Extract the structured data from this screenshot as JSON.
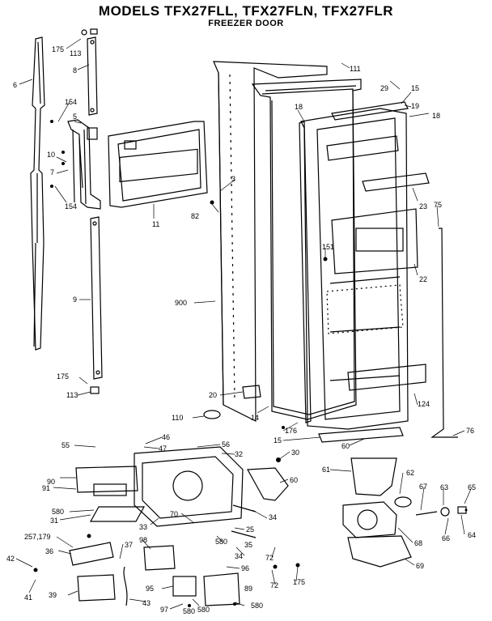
{
  "header": {
    "title": "MODELS TFX27FLL, TFX27FLN, TFX27FLR",
    "subtitle": "FREEZER DOOR"
  },
  "part_labels": [
    "175",
    "113",
    "6",
    "8",
    "154",
    "5",
    "10",
    "7",
    "154",
    "11",
    "3",
    "82",
    "111",
    "29",
    "15",
    "19",
    "18",
    "18",
    "23",
    "75",
    "151",
    "22",
    "900",
    "9",
    "175",
    "113",
    "20",
    "110",
    "14",
    "124",
    "176",
    "15",
    "60",
    "76",
    "55",
    "46",
    "47",
    "56",
    "32",
    "30",
    "90",
    "91",
    "580",
    "31",
    "33",
    "61",
    "62",
    "67",
    "63",
    "65",
    "60",
    "34",
    "70",
    "25",
    "580",
    "35",
    "72",
    "66",
    "64",
    "68",
    "257,179",
    "36",
    "37",
    "42",
    "98",
    "41",
    "39",
    "95",
    "43",
    "580",
    "97",
    "580",
    "96",
    "69",
    "72",
    "175",
    "34",
    "89",
    "580"
  ]
}
